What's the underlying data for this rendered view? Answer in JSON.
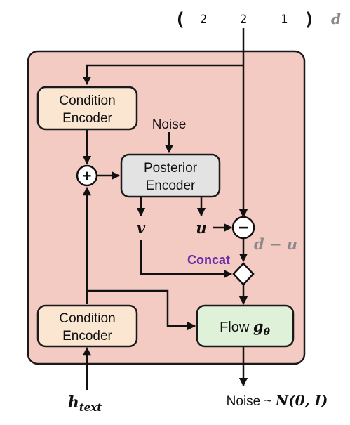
{
  "input_vector": {
    "open_bracket": "(",
    "values": [
      "2",
      "2",
      "1"
    ],
    "close_bracket": ")",
    "symbol": "d"
  },
  "blocks": {
    "condition_encoder_top": {
      "line1": "Condition",
      "line2": "Encoder"
    },
    "posterior_encoder": {
      "line1": "Posterior",
      "line2": "Encoder"
    },
    "condition_encoder_bottom": {
      "line1": "Condition",
      "line2": "Encoder"
    },
    "flow": {
      "label": "Flow",
      "symbol": "g",
      "subscript": "θ"
    }
  },
  "labels": {
    "noise_in": "Noise",
    "v": "v",
    "u": "u",
    "d_minus_u": "d − u",
    "concat": "Concat",
    "h_text_main": "h",
    "h_text_sub": "text",
    "noise_out": "Noise ~ ",
    "noise_out_dist": "N(0, I)"
  },
  "operators": {
    "add": "+",
    "subtract": "−"
  },
  "colors": {
    "panel_fill": "#f4cbc3",
    "panel_stroke": "#1a1a1a",
    "condition_fill": "#fbe6d2",
    "posterior_fill": "#e3e3e3",
    "flow_fill": "#dff1d8",
    "concat_text": "#6a2aa8",
    "gray_text": "#8a8a8a"
  }
}
